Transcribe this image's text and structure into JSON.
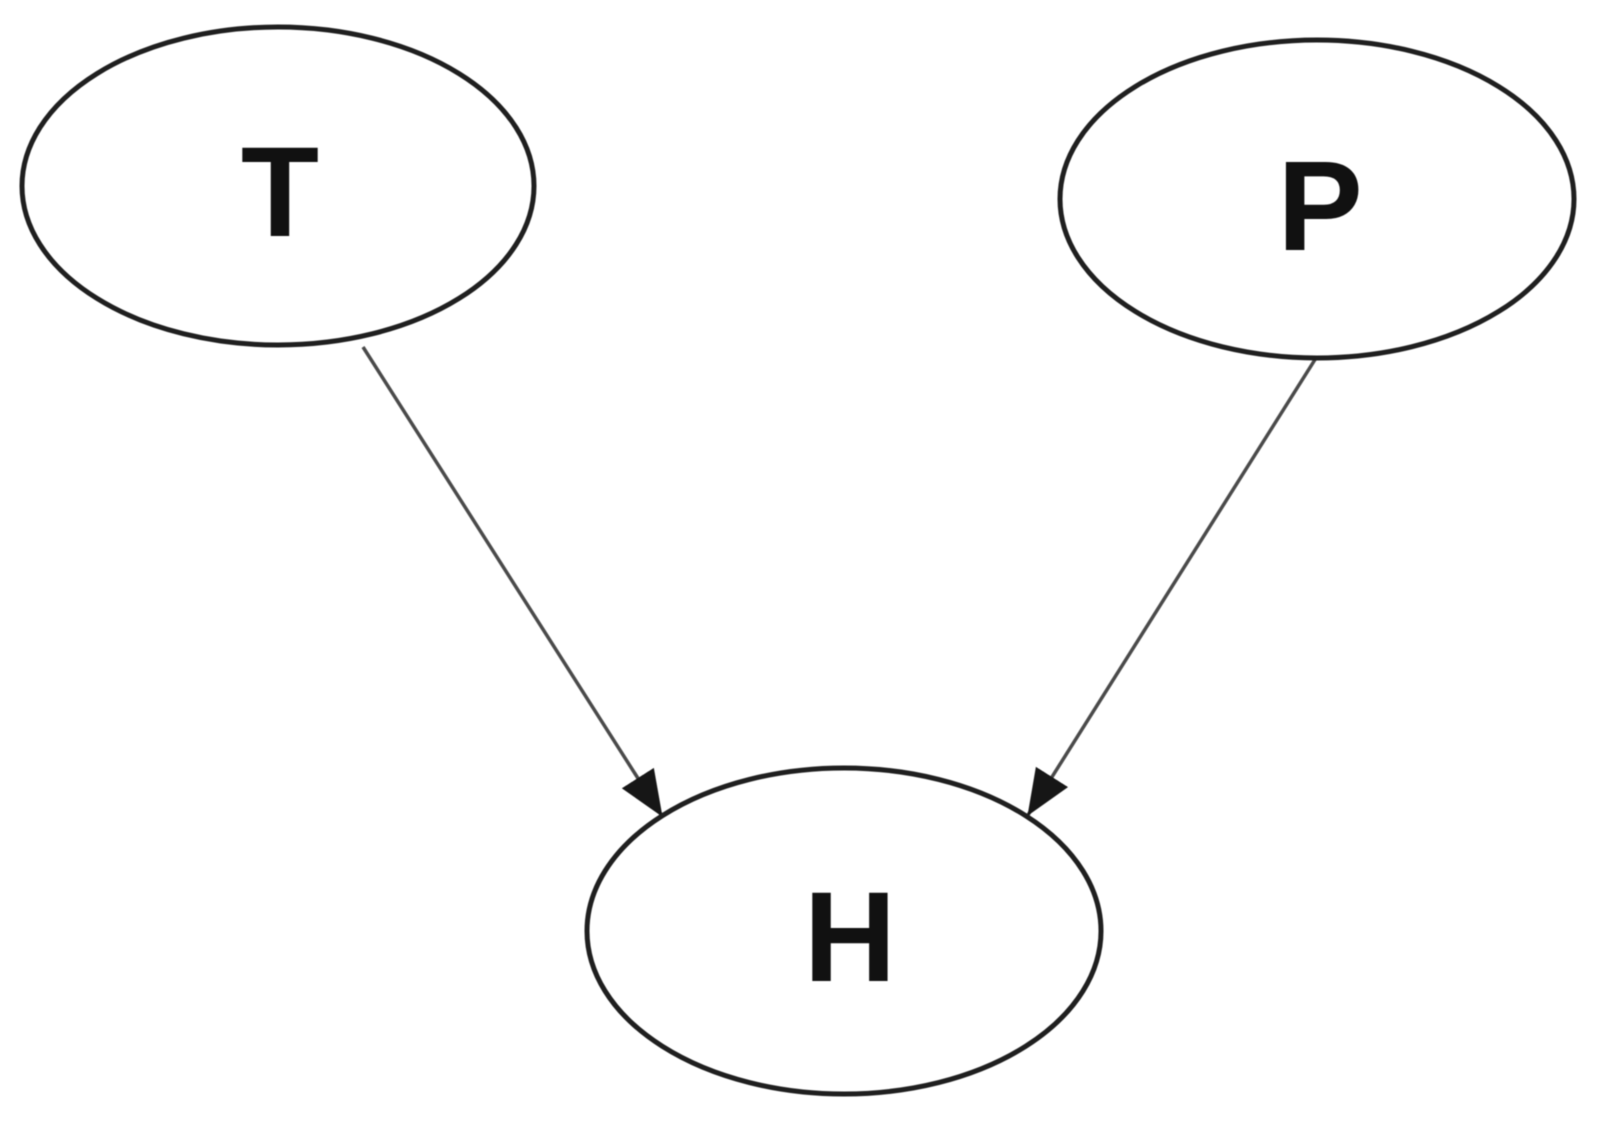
{
  "figure": {
    "type": "directed-graph-diagram",
    "description": "Three ellipse nodes T, P, H; arrows from T to H and from P to H",
    "background": "#ffffff",
    "nodes": [
      {
        "id": "T",
        "label": "T"
      },
      {
        "id": "P",
        "label": "P"
      },
      {
        "id": "H",
        "label": "H"
      }
    ],
    "edges": [
      {
        "from": "T",
        "to": "H",
        "style": "arrow"
      },
      {
        "from": "P",
        "to": "H",
        "style": "arrow"
      }
    ],
    "colors": {
      "node_fill": "#ffffff",
      "node_stroke": "#1f1f1f",
      "edge_stroke": "#4a4a4a",
      "arrowhead": "#161616",
      "label": "#111111"
    }
  }
}
